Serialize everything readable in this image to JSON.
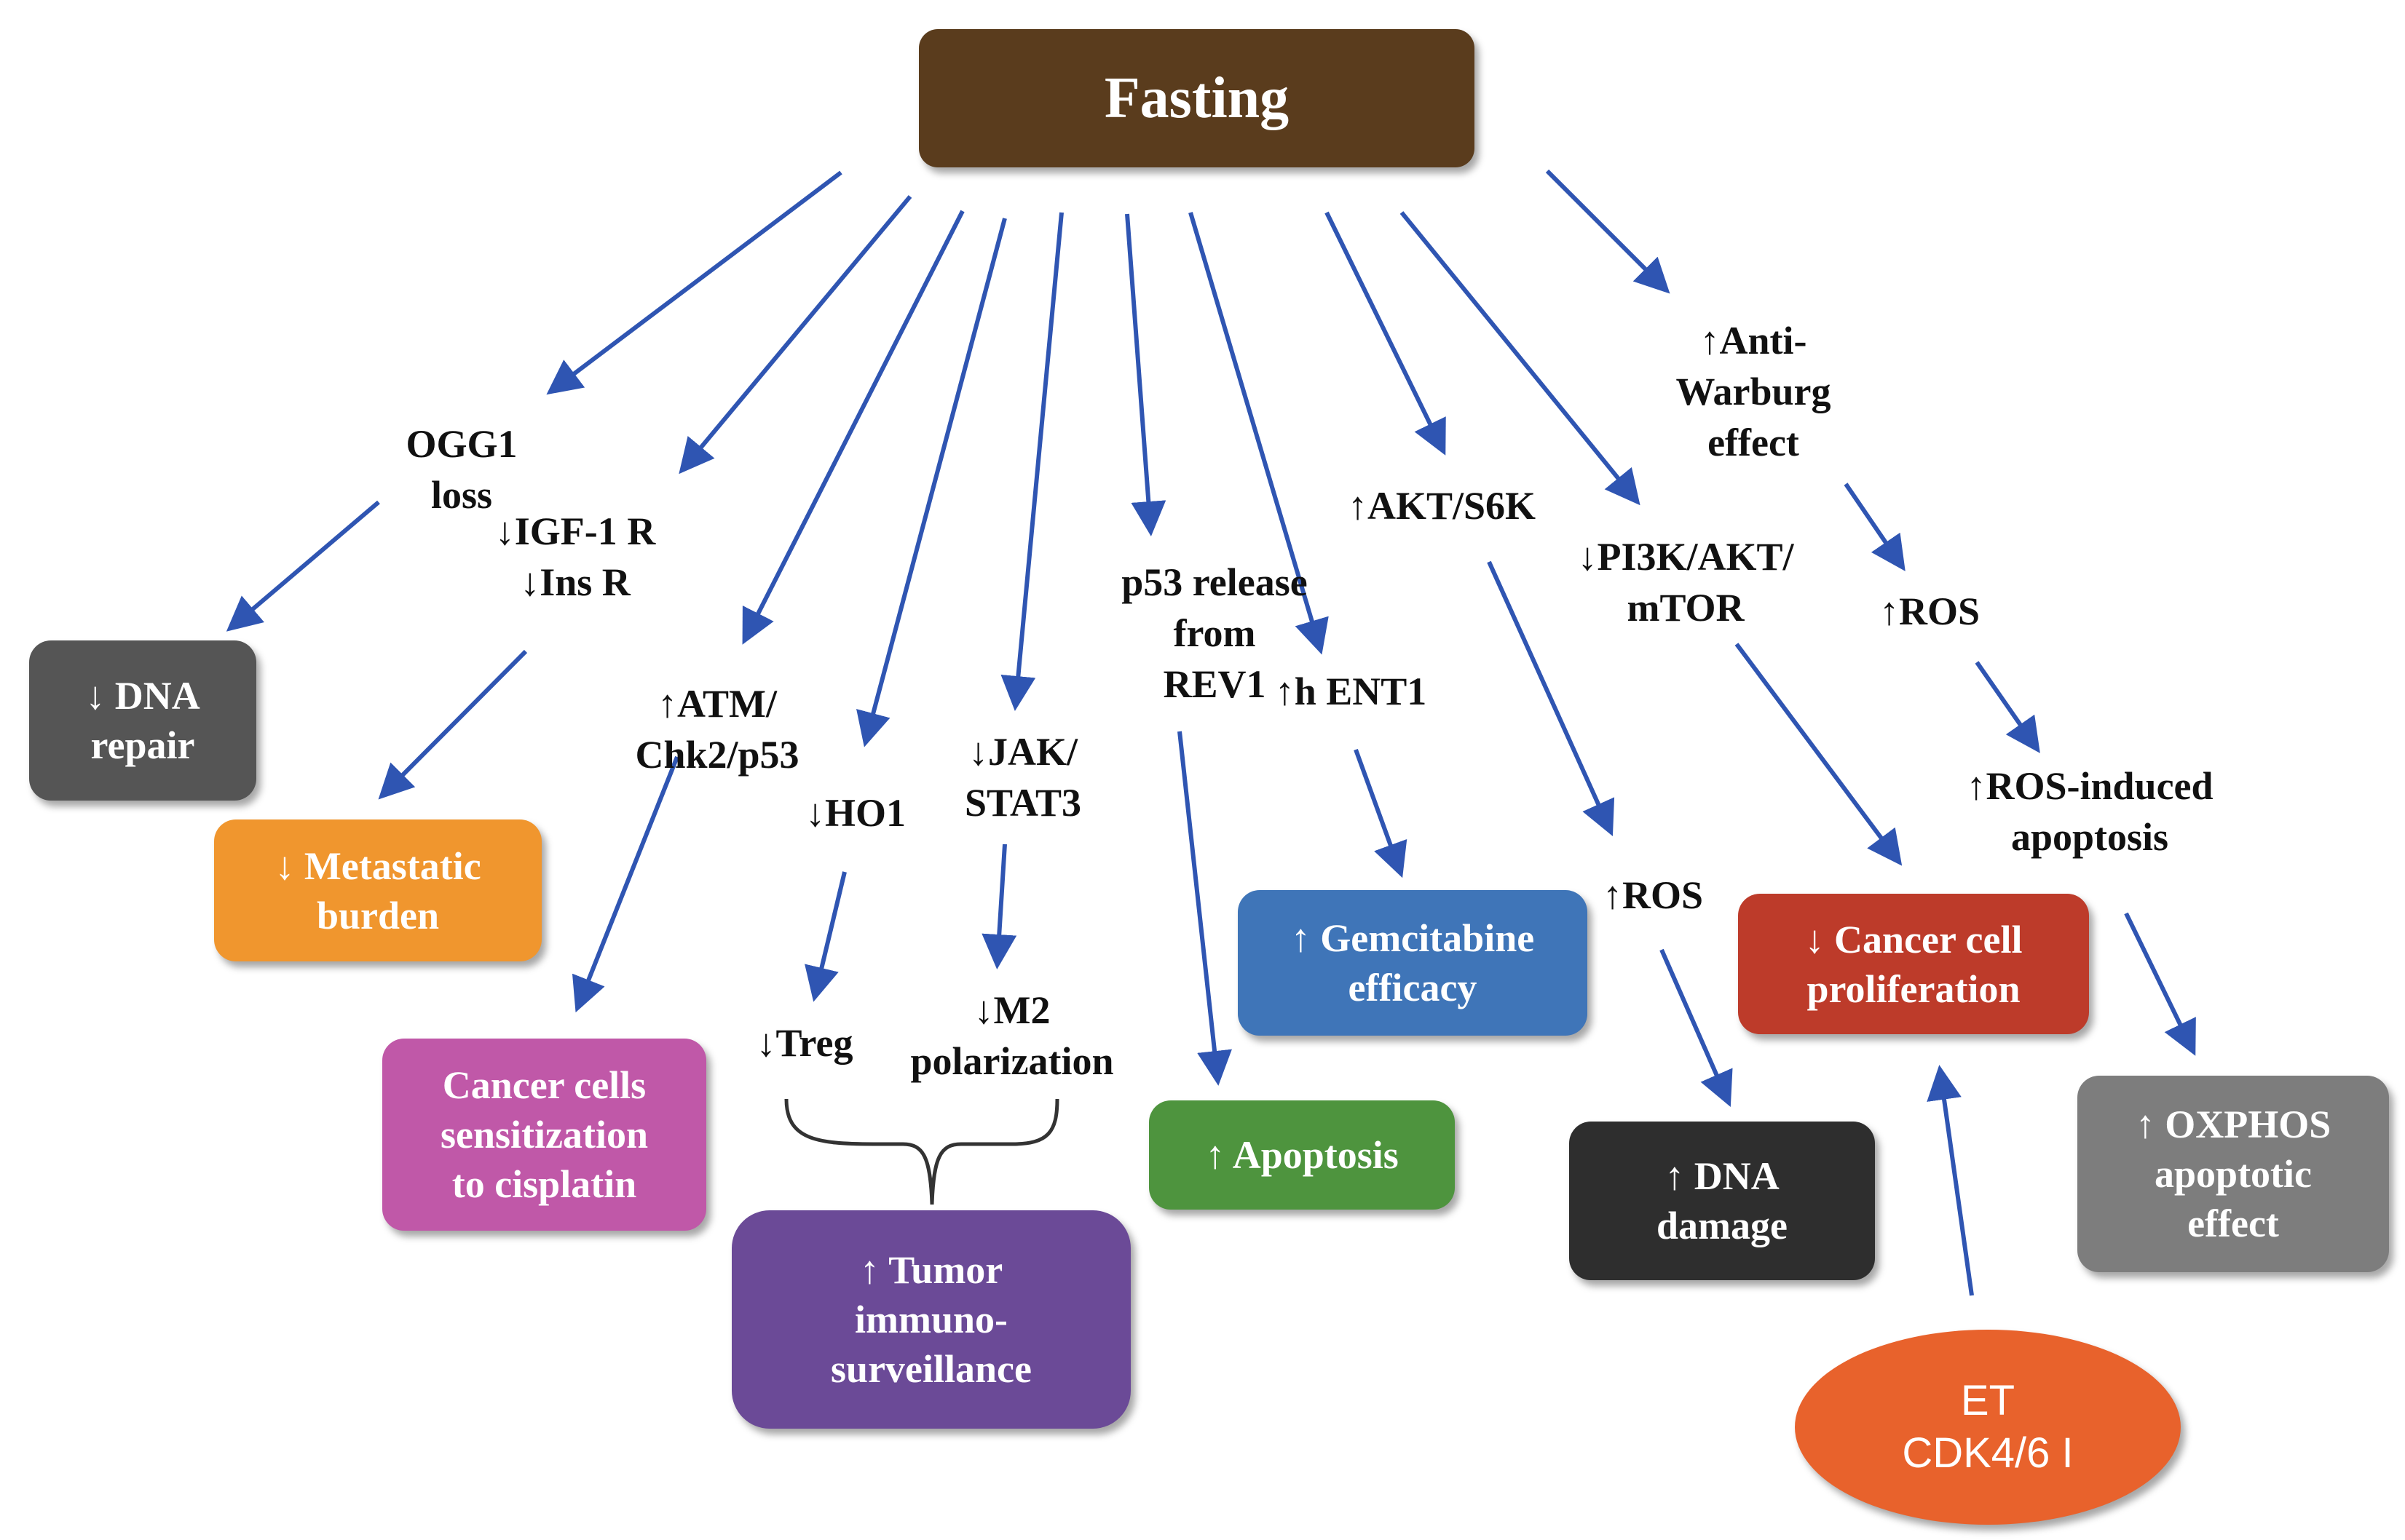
{
  "root": {
    "label": "Fasting",
    "color": "#5a3c1d"
  },
  "arrow_color": "#2f55b2",
  "labels": {
    "ogg1": "OGG1\nloss",
    "igf": "↓IGF-1 R\n↓Ins R",
    "atm": "↑ATM/\nChk2/p53",
    "ho1": "↓HO1",
    "jak": "↓JAK/\nSTAT3",
    "treg": "↓Treg",
    "m2": "↓M2\npolarization",
    "p53": "p53 release\nfrom\nREV1",
    "ent1": "↑h ENT1",
    "akt": "↑AKT/S6K",
    "ros1": "↑ROS",
    "pi3k": "↓PI3K/AKT/\nmTOR",
    "warburg": "↑Anti-\nWarburg\neffect",
    "ros2": "↑ROS",
    "ros_apop": "↑ROS-induced\napoptosis"
  },
  "boxes": {
    "dna_repair": {
      "label": "↓ DNA\nrepair",
      "color": "#555555"
    },
    "metastatic": {
      "label": "↓ Metastatic\nburden",
      "color": "#f0962e"
    },
    "cisplatin": {
      "label": "Cancer cells\nsensitization\nto cisplatin",
      "color": "#c058a8"
    },
    "immuno": {
      "label": "↑ Tumor\nimmuno-\nsurveillance",
      "color": "#6b4a97"
    },
    "apoptosis": {
      "label": "↑ Apoptosis",
      "color": "#4e943e"
    },
    "gemcitabine": {
      "label": "↑ Gemcitabine\nefficacy",
      "color": "#3f75b8"
    },
    "dna_damage": {
      "label": "↑ DNA\ndamage",
      "color": "#2e2e2e"
    },
    "proliferation": {
      "label": "↓ Cancer cell\nproliferation",
      "color": "#bd3b2a"
    },
    "oxphos": {
      "label": "↑ OXPHOS\napoptotic\neffect",
      "color": "#7d7d7d"
    },
    "et": {
      "label": "ET\nCDK4/6 I",
      "color": "#e8622c"
    }
  }
}
